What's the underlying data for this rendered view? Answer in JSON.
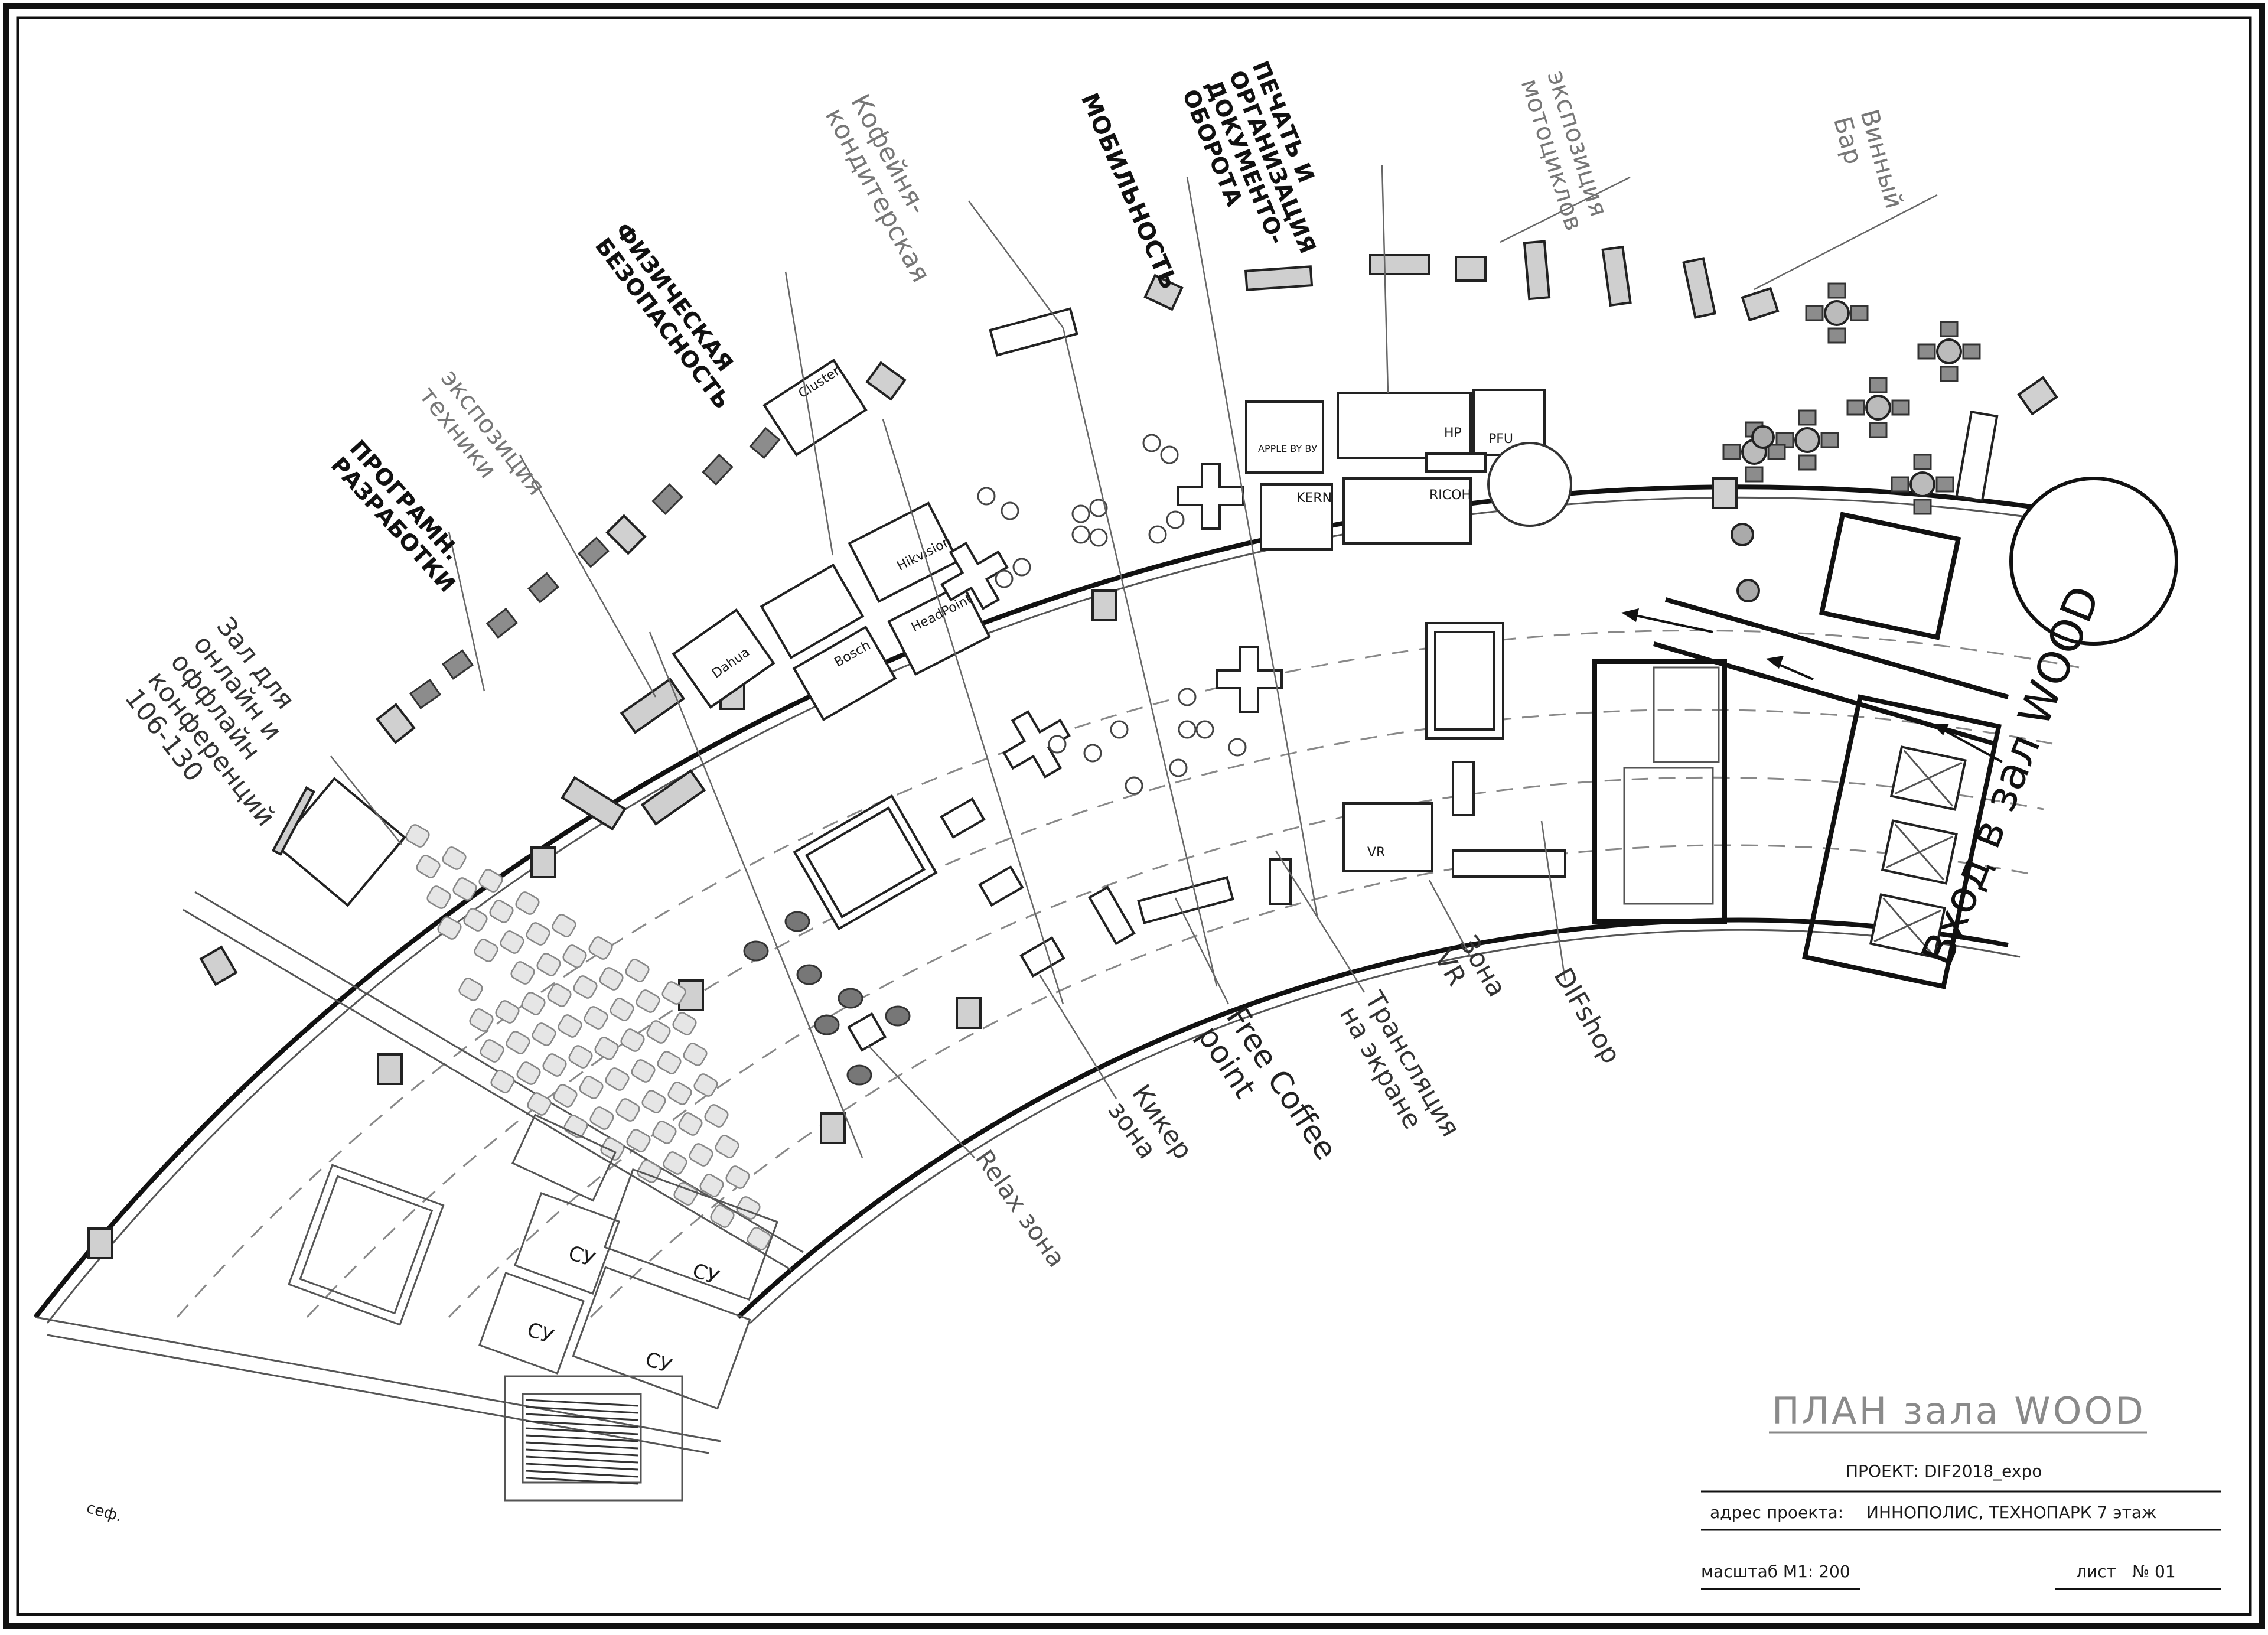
{
  "labels": {
    "coffee_shop": [
      "Кофейня-",
      "кондитерская"
    ],
    "mobility": [
      "МОБИЛЬНОСТЬ"
    ],
    "printing": [
      "ПЕЧАТЬ И",
      "ОРГАНИЗАЦИЯ",
      "ДОКУМЕНТО-",
      "ОБОРОТА"
    ],
    "moto": [
      "экспозиция",
      "мотоциклов"
    ],
    "wine_bar": [
      "Винный",
      "Бар"
    ],
    "physical_security": [
      "ФИЗИЧЕСКАЯ",
      "БЕЗОПАСНОСТЬ"
    ],
    "tech_exposition": [
      "экспозиция",
      "техники"
    ],
    "software_dev": [
      "ПРОГРАМН.",
      "РАЗРАБОТКИ"
    ],
    "conference_hall": [
      "Зал для",
      "онлайн и",
      "оффлайн",
      "конференций",
      "106-130"
    ],
    "entrance": [
      "Вход в зал WOOD"
    ],
    "vr_zone": [
      "Зона",
      "VR"
    ],
    "difshop": [
      "DIFshop"
    ],
    "broadcast": [
      "Трансляция",
      "на экране"
    ],
    "free_coffee": [
      "Free Coffee",
      "point"
    ],
    "kicker": [
      "Кикер",
      "зона"
    ],
    "relax": [
      "Relax зона"
    ]
  },
  "booths": [
    "Cluster",
    "Hikvision",
    "Bosch",
    "HeadPoint",
    "Dahua",
    "APPLE BY ВУ",
    "HP",
    "PFU",
    "KERN",
    "RICOH",
    "VR"
  ],
  "wc_labels": [
    "СУ",
    "СУ",
    "СУ",
    "СУ"
  ],
  "fragment_label": "сеф.",
  "title_block": {
    "title": "ПЛАН зала WOOD",
    "project": "ПРОЕКТ: DIF2018_expo",
    "address_label": "адрес проекта:",
    "address_value": "ИННОПОЛИС, ТЕХНОПАРК 7 этаж",
    "scale": "масштаб М1: 200",
    "sheet_label": "лист",
    "sheet_number": "№ 01"
  }
}
